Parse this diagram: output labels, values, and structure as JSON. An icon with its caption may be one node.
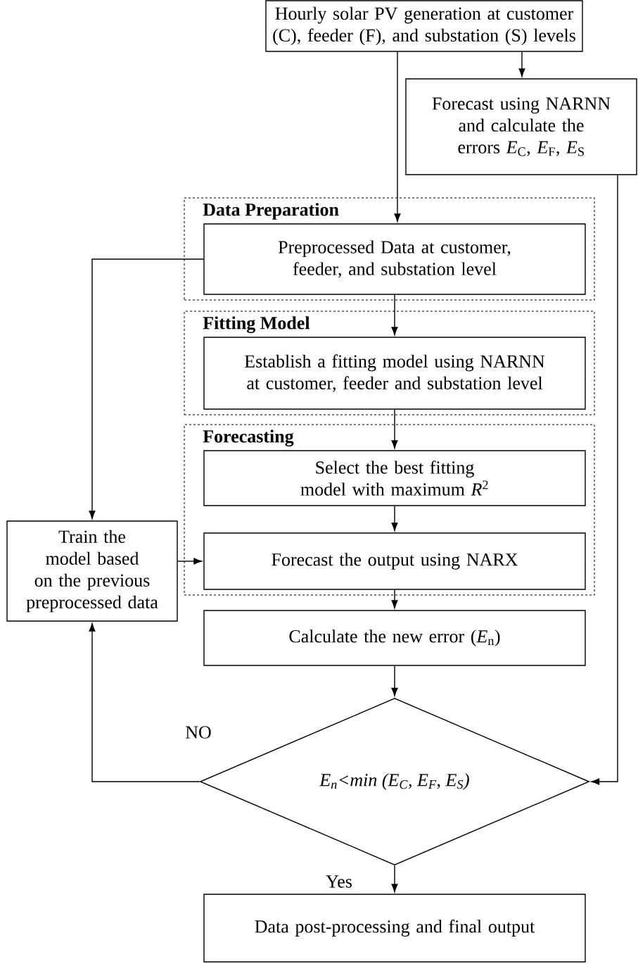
{
  "diagram": {
    "nodes": [
      {
        "text": [
          "Hourly solar PV generation at customer (C), feeder (F), and substation (S) levels"
        ]
      },
      {
        "text": [
          "Forecast using NARNN and calculate the errors *E*$_{C}$, *E*$_{F}$, *E*$_{S}$"
        ]
      },
      {
        "text": [
          "Data Preparation"
        ]
      },
      {
        "text": [
          "Preprocessed Data at customer, feeder, and substation level"
        ],
        "in": 2
      },
      {
        "text": [
          "Fitting Model"
        ]
      },
      {
        "text": [
          "Establish a fitting model using NARNN at customer, feeder and substation level"
        ],
        "in": 4
      },
      {
        "text": [
          "Forecasting"
        ]
      },
      {
        "text": [
          "Select the best fitting model with maximum *R*$^{2}$"
        ],
        "in": 6
      },
      {
        "text": [
          "Forecast the output using NARX"
        ],
        "in": 6
      },
      {
        "text": [
          "Train the model based on the previous preprocessed data"
        ]
      },
      {
        "text": [
          "Calculate the new error (*E*$_{n}$)"
        ]
      },
      {
        "text": [
          "E$_{n}$<min (E$_{C}$, E$_{F}$, E$_{S}$)"
        ]
      },
      {
        "text": [
          "Data post-processing and final output"
        ]
      }
    ],
    "edges": [
      {
        "from": 0,
        "to": 1,
        "arrow": "to"
      },
      {
        "from": 0,
        "to": 3,
        "arrow": "to"
      },
      {
        "from": 3,
        "to": 5,
        "arrow": "to"
      },
      {
        "from": 5,
        "to": 7,
        "arrow": "to"
      },
      {
        "from": 7,
        "to": 8,
        "arrow": "to"
      },
      {
        "from": 8,
        "to": 10,
        "arrow": "to"
      },
      {
        "from": 10,
        "to": 11,
        "arrow": "to"
      },
      {
        "from": 11,
        "to": 12,
        "arrow": "to",
        "label": "Yes"
      },
      {
        "from": 11,
        "to": 9,
        "arrow": "to",
        "label": "NO"
      },
      {
        "from": 3,
        "to": 9,
        "arrow": "to"
      },
      {
        "from": 9,
        "to": 8,
        "arrow": "to"
      },
      {
        "from": 1,
        "to": 11,
        "arrow": "to"
      }
    ]
  }
}
